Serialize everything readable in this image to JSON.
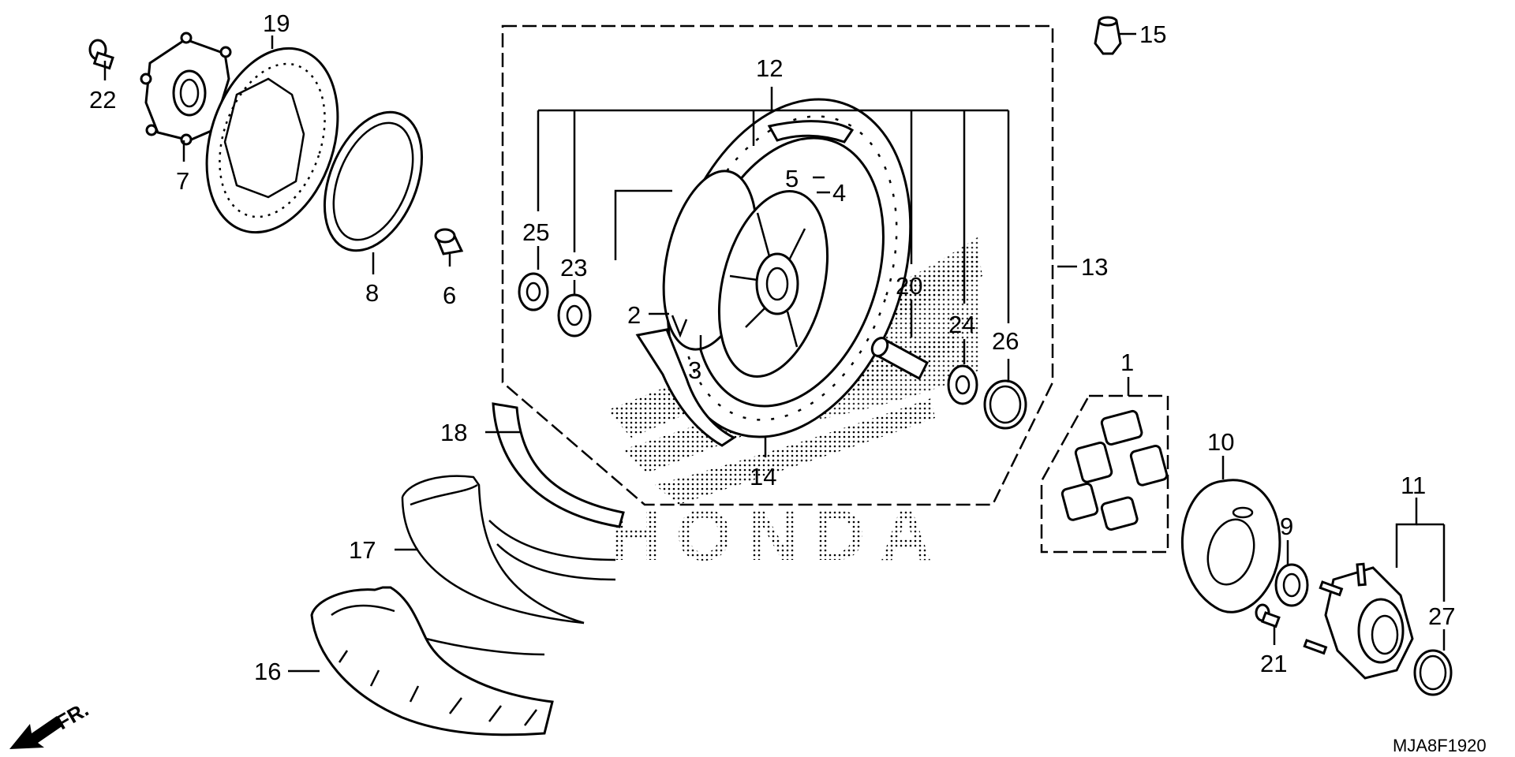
{
  "watermark": {
    "text": "HONDA"
  },
  "diagram_code": "MJA8F1920",
  "direction": {
    "text": "FR."
  },
  "labels": {
    "p1": "1",
    "p2": "2",
    "p3": "3",
    "p4": "4",
    "p5": "5",
    "p6": "6",
    "p7": "7",
    "p8": "8",
    "p9": "9",
    "p10": "10",
    "p11": "11",
    "p12": "12",
    "p13": "13",
    "p14": "14",
    "p15": "15",
    "p16": "16",
    "p17": "17",
    "p18": "18",
    "p19": "19",
    "p20": "20",
    "p21": "21",
    "p22": "22",
    "p23": "23",
    "p24": "24",
    "p25": "25",
    "p26": "26",
    "p27": "27"
  }
}
